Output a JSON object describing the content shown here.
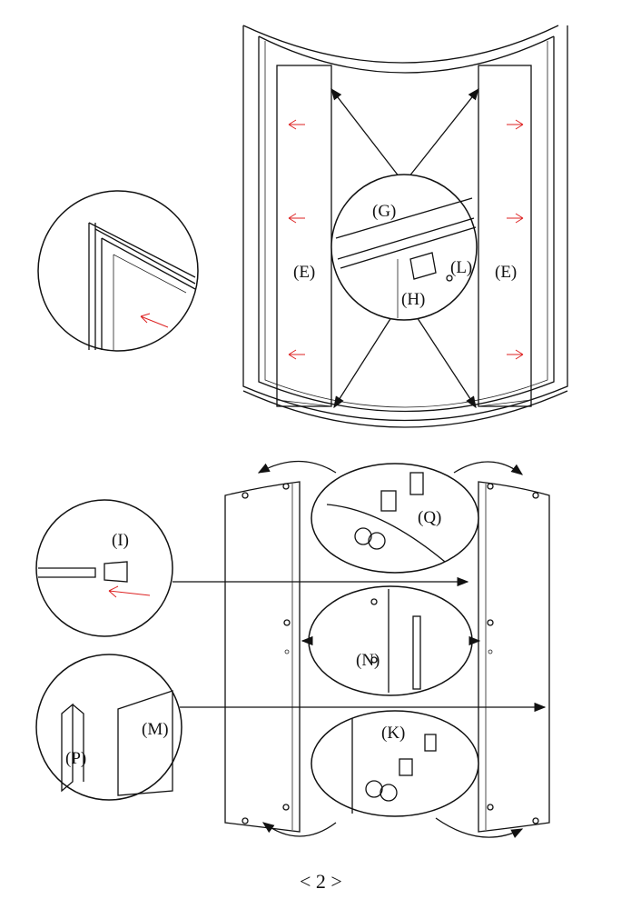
{
  "labels": {
    "G": "(G)",
    "E_left": "(E)",
    "E_right": "(E)",
    "L": "(L)",
    "H": "(H)",
    "I": "(I)",
    "Q": "(Q)",
    "N": "(N)",
    "K": "(K)",
    "M": "(M)",
    "P": "(P)"
  },
  "page_number": "< 2 >",
  "colors": {
    "line": "#111111",
    "arrow_red": "#dd2222"
  }
}
